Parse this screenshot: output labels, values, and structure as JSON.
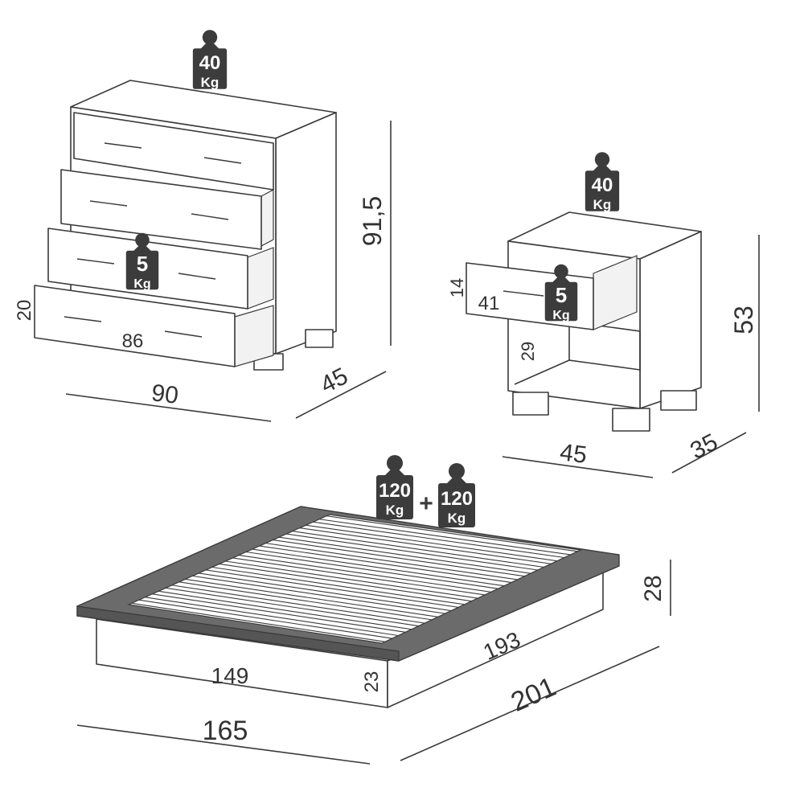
{
  "dresser": {
    "load_tag": {
      "value": "40",
      "unit": "Kg"
    },
    "drawer_load_tag": {
      "value": "5",
      "unit": "Kg"
    },
    "width": "90",
    "depth": "45",
    "height": "91,5",
    "drawer_width": "86",
    "drawer_height": "20"
  },
  "nightstand": {
    "load_tag": {
      "value": "40",
      "unit": "Kg"
    },
    "drawer_load_tag": {
      "value": "5",
      "unit": "Kg"
    },
    "width": "45",
    "depth": "35",
    "height": "53",
    "drawer_width": "41",
    "drawer_height": "14",
    "open_shelf_height": "29"
  },
  "bed": {
    "load_tag_left": {
      "value": "120",
      "unit": "Kg"
    },
    "load_tag_right": {
      "value": "120",
      "unit": "Kg"
    },
    "plus": "+",
    "inner_width": "149",
    "inner_length": "193",
    "base_height": "23",
    "total_height": "28",
    "total_width": "165",
    "total_length": "201"
  }
}
